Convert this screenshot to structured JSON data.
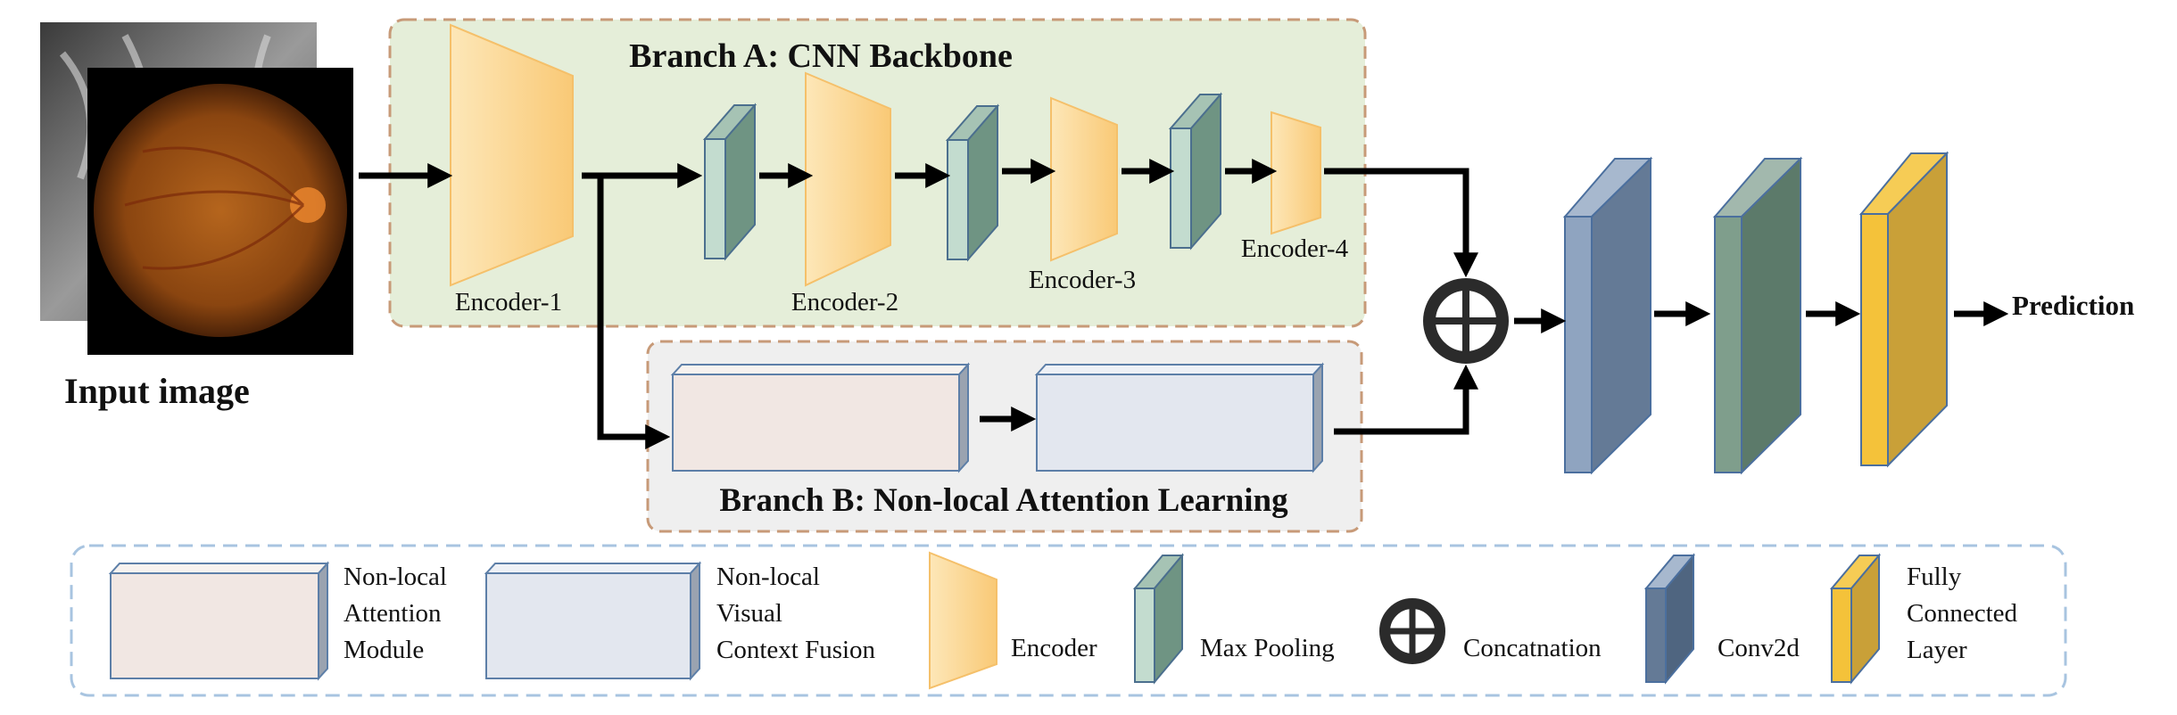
{
  "branch_a": {
    "title": "Branch A: CNN Backbone"
  },
  "branch_b": {
    "title": "Branch B: Non-local Attention Learning"
  },
  "input": {
    "label": "Input image"
  },
  "encoders": [
    {
      "label": "Encoder-1"
    },
    {
      "label": "Encoder-2"
    },
    {
      "label": "Encoder-3"
    },
    {
      "label": "Encoder-4"
    }
  ],
  "output": {
    "label": "Prediction"
  },
  "legend": {
    "nla_module": [
      "Non-local",
      "Attention",
      "Module"
    ],
    "nvc_fusion": [
      "Non-local",
      "Visual",
      "Context Fusion"
    ],
    "encoder": "Encoder",
    "max_pooling": "Max Pooling",
    "concatenation": "Concatnation",
    "conv2d": "Conv2d",
    "fully_connected": [
      "Fully",
      "Connected",
      "Layer"
    ]
  },
  "colors": {
    "encoder_fill": "#fbd38c",
    "maxpool_fill": "#7a9e8e",
    "conv2d_fill": "#647a96",
    "conv_green_fill": "#5c7a6a",
    "fc_fill": "#c9a038",
    "nla_module_fill": "#f1e7e3",
    "nvc_fusion_fill": "#e3e7ef",
    "branch_a_bg": "#e5eed9",
    "branch_b_bg": "#efefef",
    "branch_border": "#c79a78",
    "legend_border": "#a8c4e0"
  }
}
